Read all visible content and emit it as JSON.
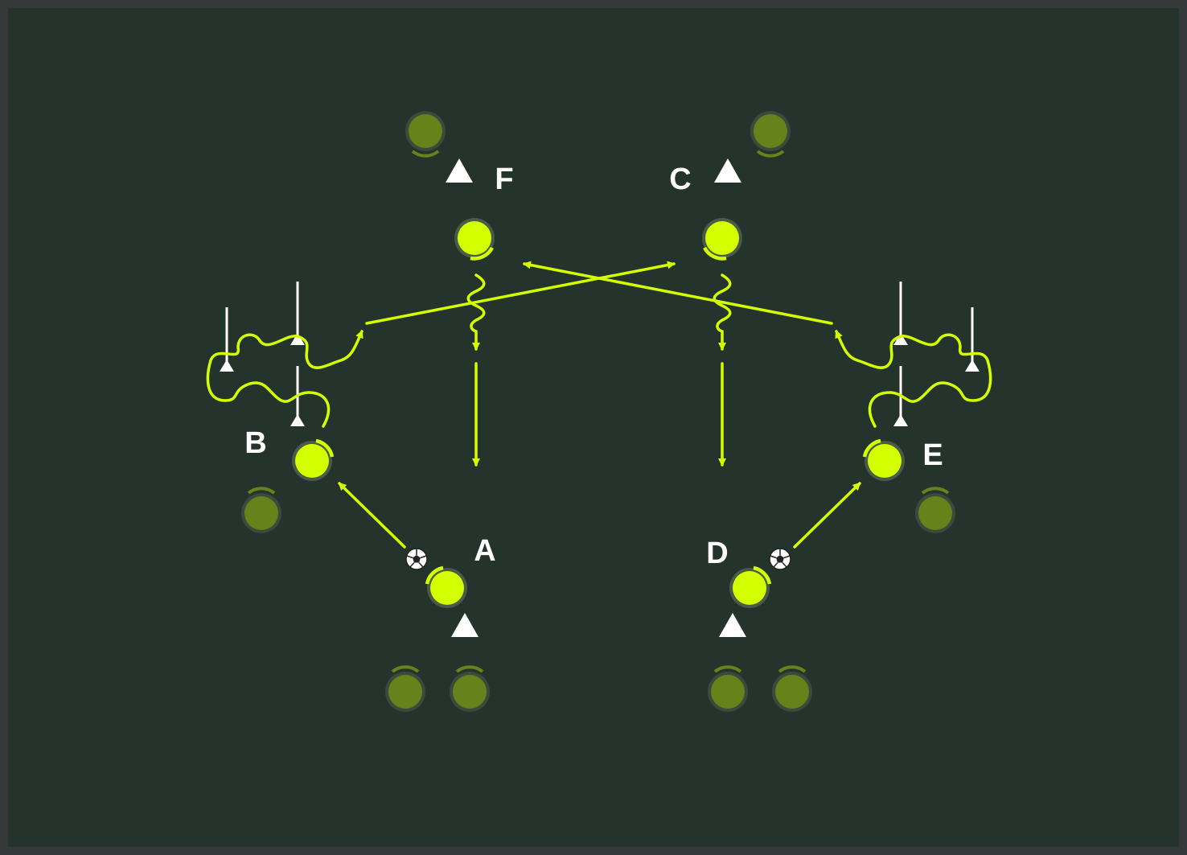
{
  "colors": {
    "pitch": "#24332b",
    "frame": "#35393a",
    "active_player": "#d4ff00",
    "waiting_player": "#66821b",
    "movement": "#d4ff00",
    "cone": "#ffffff",
    "pole": "#ffffff"
  },
  "labels": {
    "a": "A",
    "b": "B",
    "c": "C",
    "d": "D",
    "e": "E",
    "f": "F"
  },
  "legend_icons": {
    "ball": "soccer-ball-icon",
    "cone": "cone-icon",
    "pole": "pole-icon"
  }
}
